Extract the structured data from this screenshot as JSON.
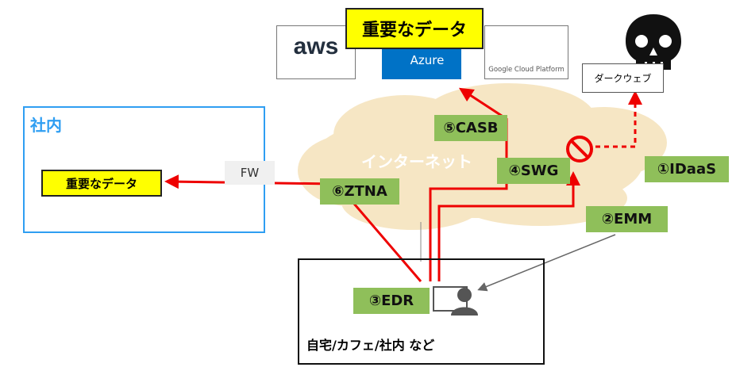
{
  "internal_network": {
    "title": "社内",
    "data_label": "重要なデータ",
    "fw_label": "FW"
  },
  "cloud": {
    "internet_label": "インターネット",
    "data_label": "重要なデータ",
    "providers": {
      "aws": "aws",
      "azure": "Azure",
      "gcp": "Google Cloud Platform"
    }
  },
  "darkweb": {
    "label": "ダークウェブ"
  },
  "controls": {
    "idaas": "①IDaaS",
    "emm": "②EMM",
    "edr": "③EDR",
    "swg": "④SWG",
    "casb": "⑤CASB",
    "ztna": "⑥ZTNA"
  },
  "endpoint": {
    "location_label": "自宅/カフェ/社内 など"
  },
  "colors": {
    "accent_red": "#ee0000",
    "control_green": "#8fbf5a",
    "highlight_yellow": "#ffff00",
    "internal_blue": "#2f9ef2",
    "cloud_fill": "#f6e6c4"
  }
}
